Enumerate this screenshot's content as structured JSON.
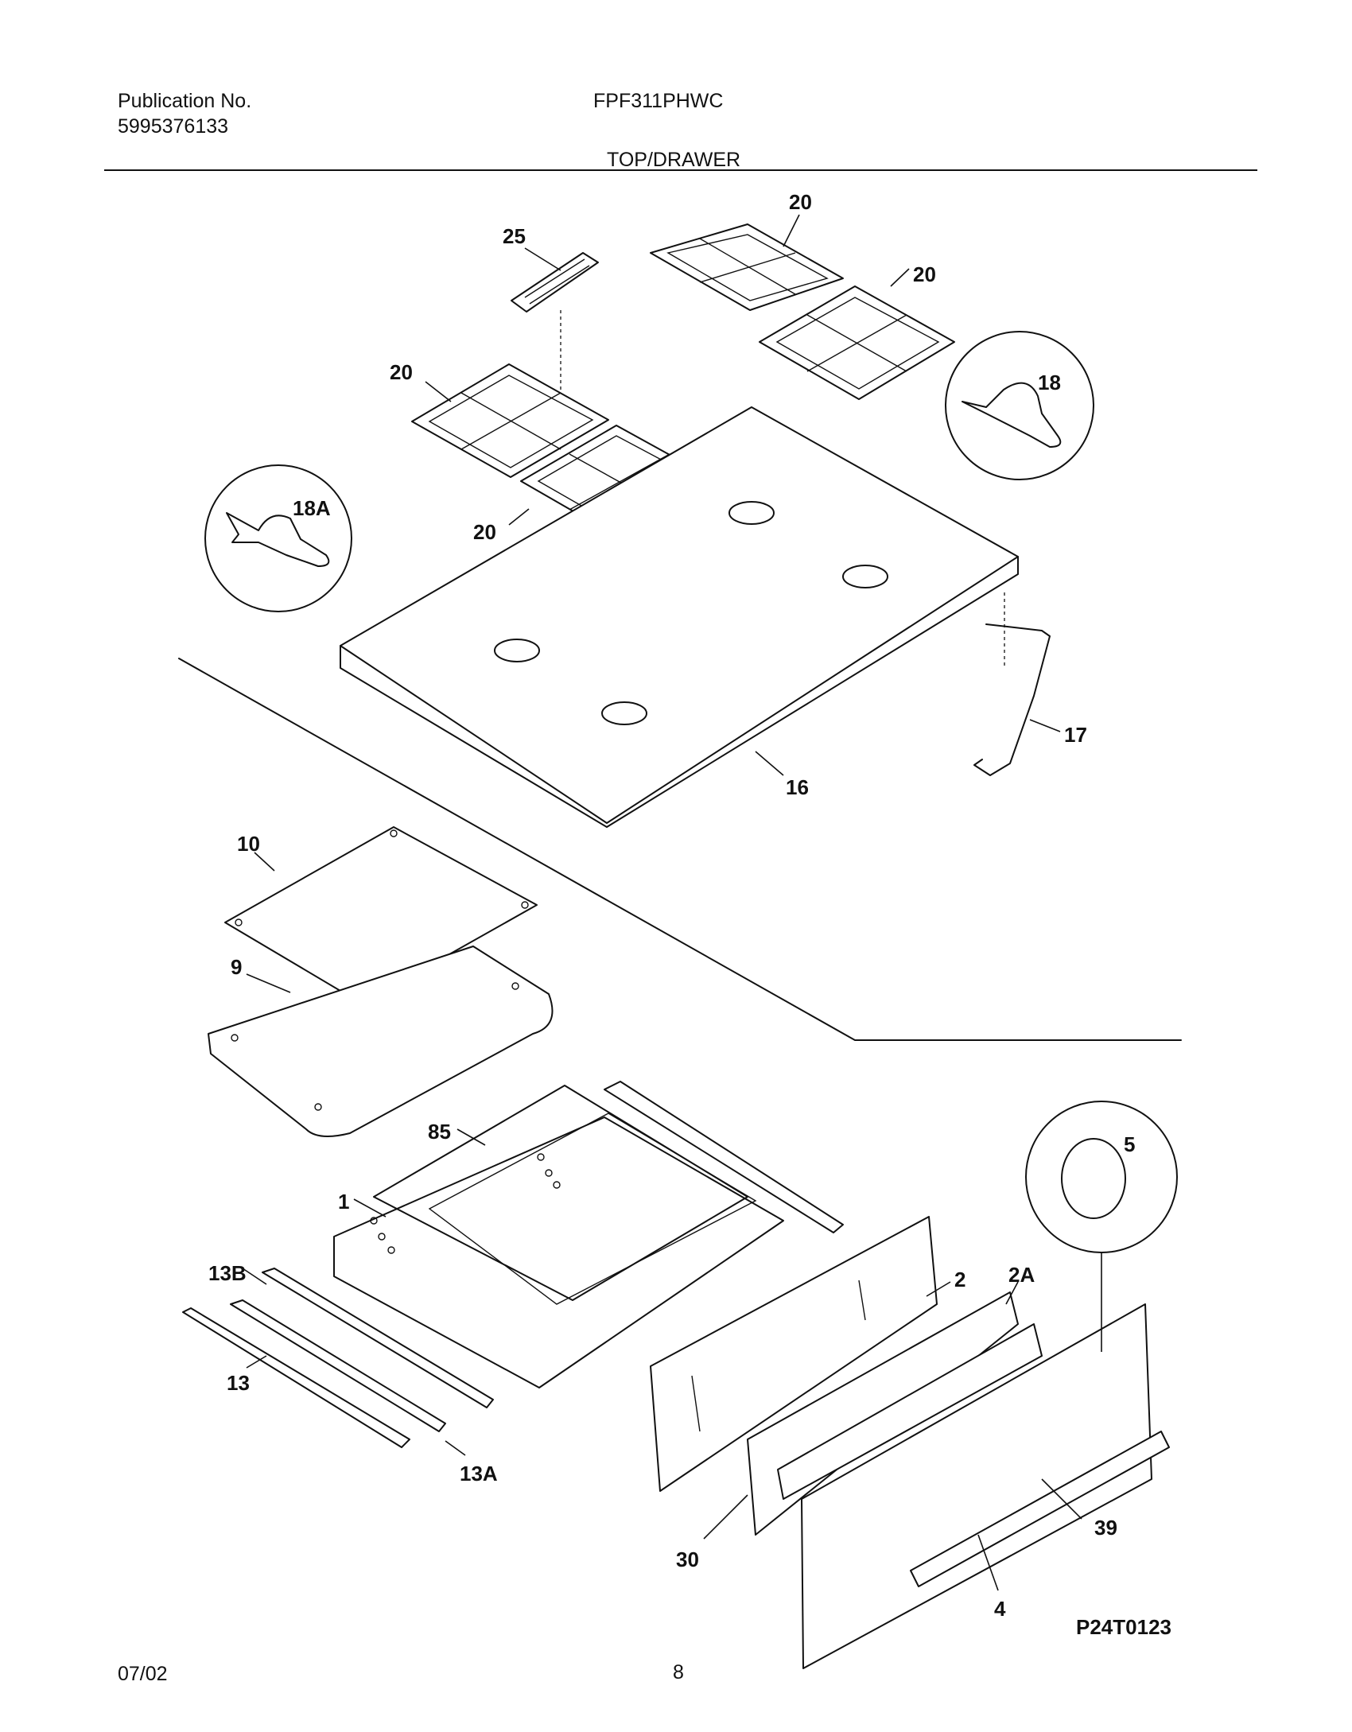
{
  "header": {
    "publication_label": "Publication No.",
    "publication_number": "5995376133",
    "model": "FPF311PHWC",
    "section": "TOP/DRAWER"
  },
  "callouts": [
    "25",
    "20",
    "20",
    "20",
    "20",
    "18",
    "18A",
    "16",
    "17",
    "10",
    "9",
    "85",
    "1",
    "13B",
    "13",
    "13A",
    "5",
    "2",
    "2A",
    "30",
    "39",
    "4"
  ],
  "diagram_code": "P24T0123",
  "footer": {
    "date": "07/02",
    "page": "8"
  }
}
